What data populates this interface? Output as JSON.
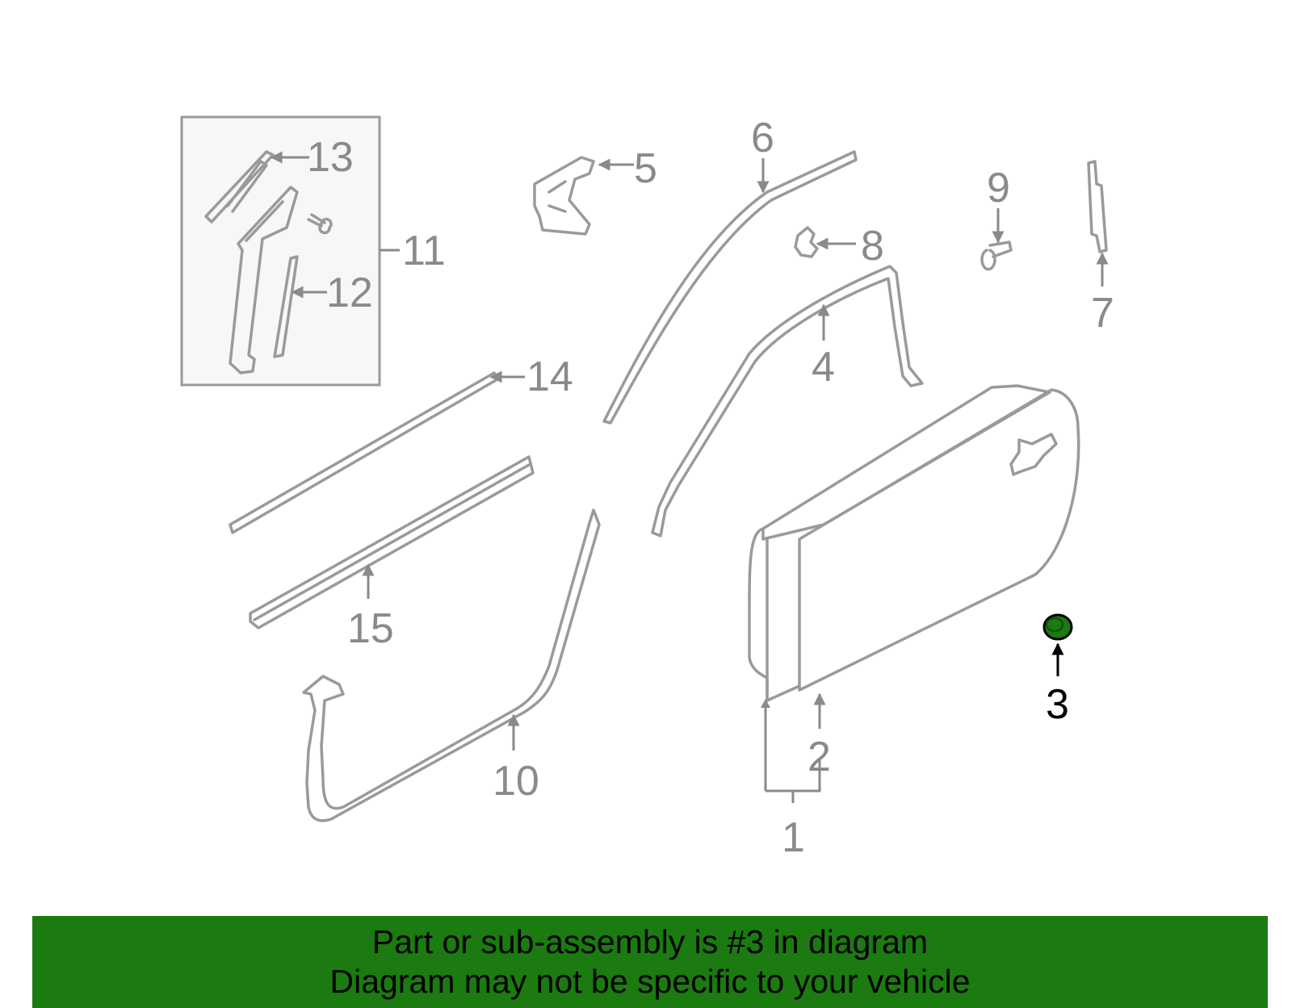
{
  "callouts": {
    "c1": "1",
    "c2": "2",
    "c3": "3",
    "c4": "4",
    "c5": "5",
    "c6": "6",
    "c7": "7",
    "c8": "8",
    "c9": "9",
    "c10": "10",
    "c11": "11",
    "c12": "12",
    "c13": "13",
    "c14": "14",
    "c15": "15"
  },
  "highlight": {
    "part_number": "3",
    "color": "#1b7a10"
  },
  "banner": {
    "line1": "Part or sub-assembly is #3 in diagram",
    "line2": "Diagram may not be specific to your vehicle",
    "background": "#1b7a10"
  }
}
